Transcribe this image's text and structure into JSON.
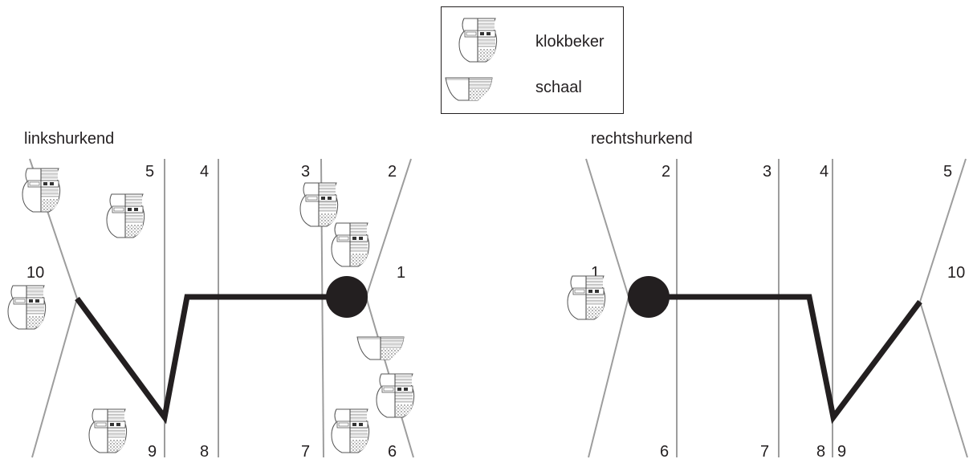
{
  "legend": {
    "beaker_label": "klokbeker",
    "bowl_label": "schaal",
    "beaker_icon": "bell-beaker-icon",
    "bowl_icon": "bowl-icon"
  },
  "left_panel": {
    "title": "linkshurkend",
    "grave_numbers": [
      "5",
      "4",
      "3",
      "2",
      "10",
      "1",
      "9",
      "8",
      "7",
      "6"
    ]
  },
  "right_panel": {
    "title": "rechtshurkend",
    "grave_numbers": [
      "2",
      "3",
      "4",
      "5",
      "1",
      "10",
      "6",
      "7",
      "8",
      "9"
    ]
  },
  "colors": {
    "divider_line": "#9d9d9d",
    "path_line": "#231f20",
    "node_fill": "#231f20",
    "legend_border": "#231f20"
  }
}
